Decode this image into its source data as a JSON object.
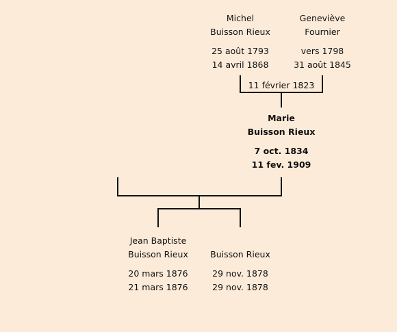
{
  "parents": {
    "father": {
      "first_name": "Michel",
      "last_name": "Buisson Rieux",
      "birth": "25 août 1793",
      "death": "14 avril 1868"
    },
    "mother": {
      "first_name": "Geneviève",
      "last_name": "Fournier",
      "birth": "vers 1798",
      "death": "31 août 1845"
    },
    "marriage_date": "11 février 1823"
  },
  "subject": {
    "first_name": "Marie",
    "last_name": "Buisson Rieux",
    "birth": "7 oct. 1834",
    "death": "11 fev. 1909"
  },
  "children": [
    {
      "first_name": "Jean Baptiste",
      "last_name": "Buisson Rieux",
      "birth": "20 mars 1876",
      "death": "21 mars 1876"
    },
    {
      "first_name": "",
      "last_name": "Buisson Rieux",
      "birth": "29 nov. 1878",
      "death": "29 nov. 1878"
    }
  ],
  "colors": {
    "background": "#fcebd9",
    "line": "#111111",
    "text": "#111111"
  }
}
